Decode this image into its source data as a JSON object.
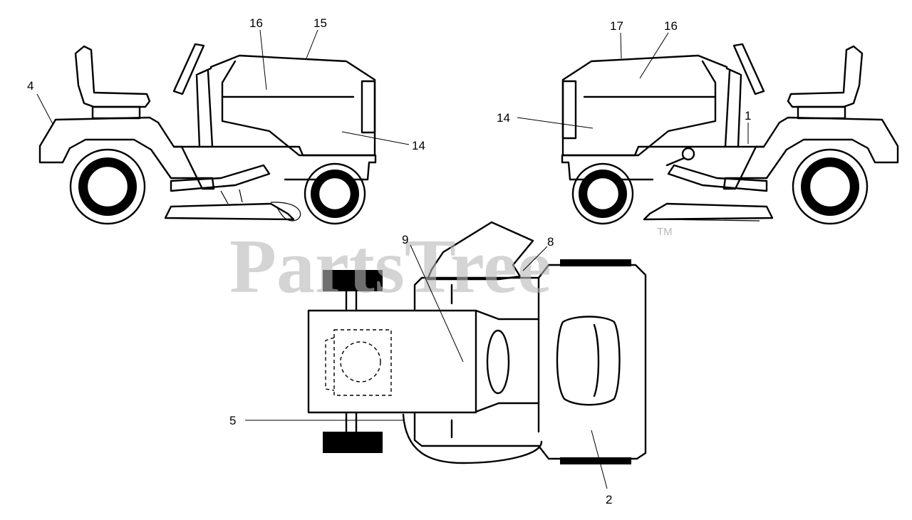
{
  "watermark": {
    "text": "PartsTree",
    "trademark": "TM"
  },
  "callouts": {
    "c4": "4",
    "c16a": "16",
    "c15": "15",
    "c14a": "14",
    "c17": "17",
    "c16b": "16",
    "c14b": "14",
    "c1": "1",
    "c9": "9",
    "c8": "8",
    "c5": "5",
    "c2": "2"
  }
}
